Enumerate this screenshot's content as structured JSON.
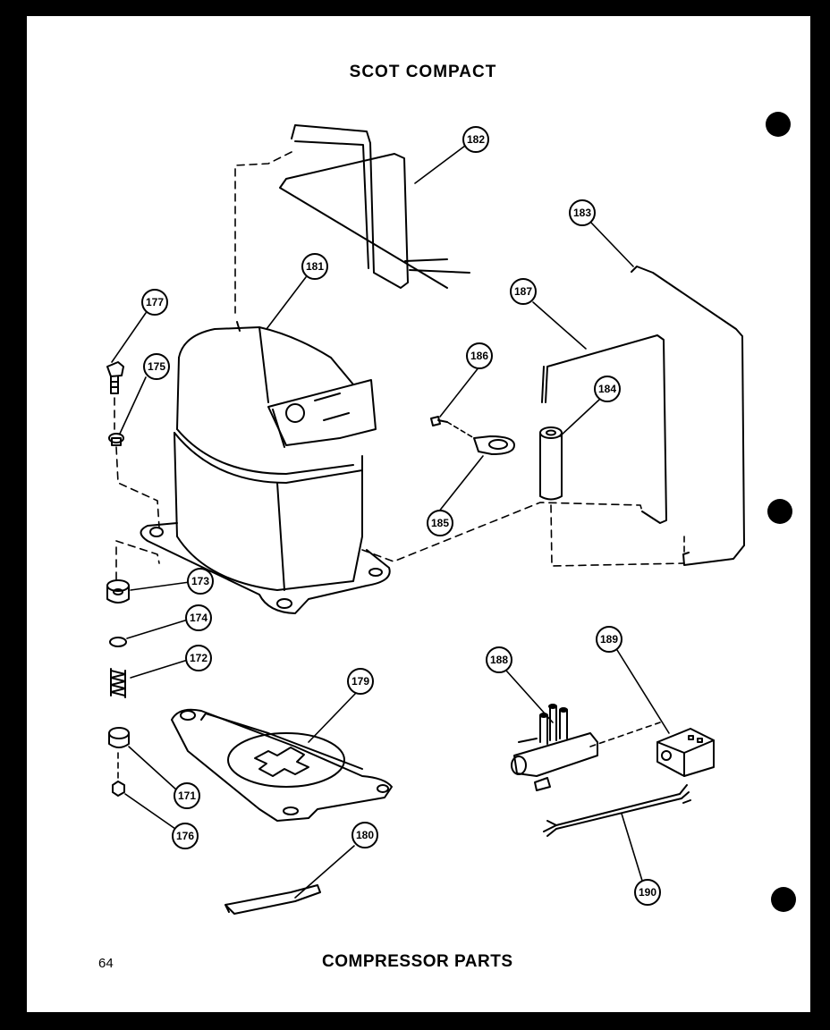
{
  "header": {
    "title": "SCOT COMPACT"
  },
  "footer": {
    "page_number": "64",
    "caption": "COMPRESSOR PARTS"
  },
  "callouts": {
    "c171": "171",
    "c172": "172",
    "c173": "173",
    "c174": "174",
    "c175": "175",
    "c176": "176",
    "c177": "177",
    "c179": "179",
    "c180": "180",
    "c181": "181",
    "c182": "182",
    "c183": "183",
    "c184": "184",
    "c185": "185",
    "c186": "186",
    "c187": "187",
    "c188": "188",
    "c189": "189",
    "c190": "190"
  }
}
